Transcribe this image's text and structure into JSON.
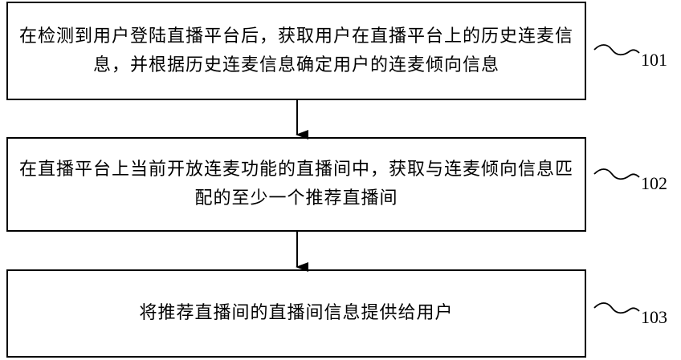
{
  "steps": [
    {
      "id": "101",
      "text": "在检测到用户登陆直播平台后，获取用户在直播平台上的历史连麦信息，并根据历史连麦信息确定用户的连麦倾向信息"
    },
    {
      "id": "102",
      "text": "在直播平台上当前开放连麦功能的直播间中，获取与连麦倾向信息匹配的至少一个推荐直播间"
    },
    {
      "id": "103",
      "text": "将推荐直播间的直播间信息提供给用户"
    }
  ],
  "colors": {
    "line": "#000000",
    "background": "#ffffff"
  }
}
